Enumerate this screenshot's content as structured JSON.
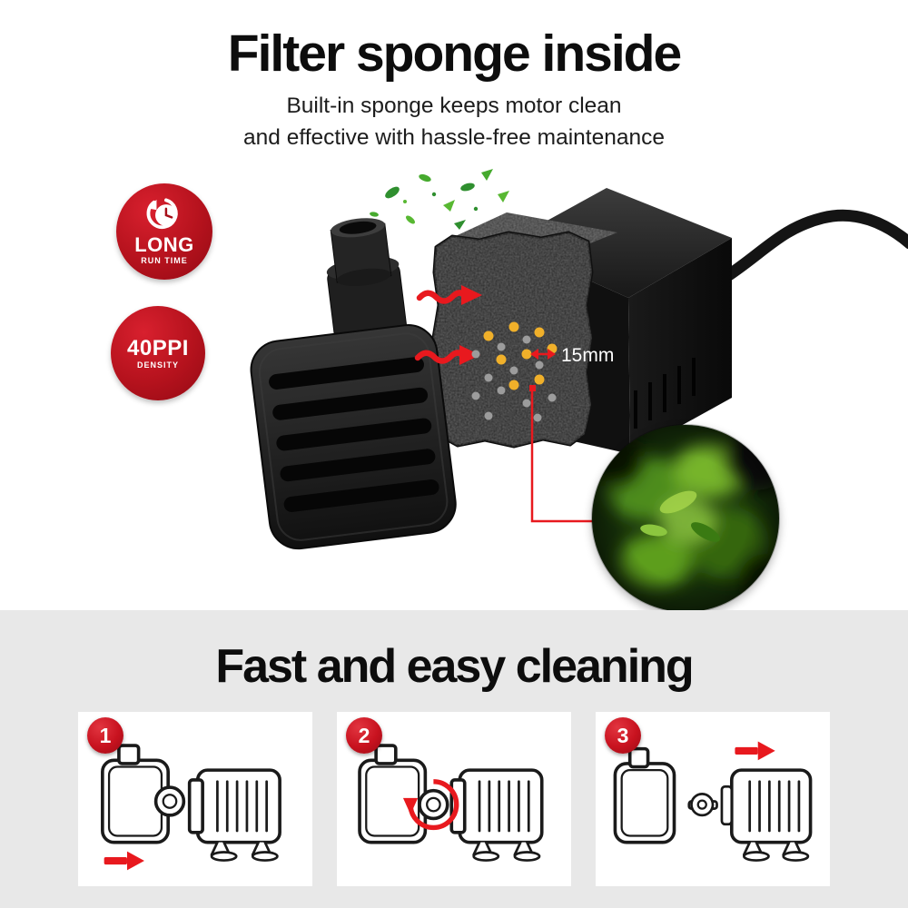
{
  "top_section": {
    "title": "Filter sponge inside",
    "subtitle_line1": "Built-in sponge keeps motor clean",
    "subtitle_line2": "and effective with hassle-free maintenance",
    "badges": [
      {
        "icon": "clock-icon",
        "label": "LONG",
        "sublabel": "RUN TIME"
      },
      {
        "label": "40PPI",
        "sublabel": "DENSITY"
      }
    ],
    "dimension_label": "15mm"
  },
  "bottom_section": {
    "title": "Fast and easy cleaning",
    "steps": [
      {
        "number": "1"
      },
      {
        "number": "2"
      },
      {
        "number": "3"
      }
    ]
  },
  "colors": {
    "badge_red": "#c8121f",
    "accent_red": "#e8191e",
    "section_bg": "#e8e8e8"
  }
}
